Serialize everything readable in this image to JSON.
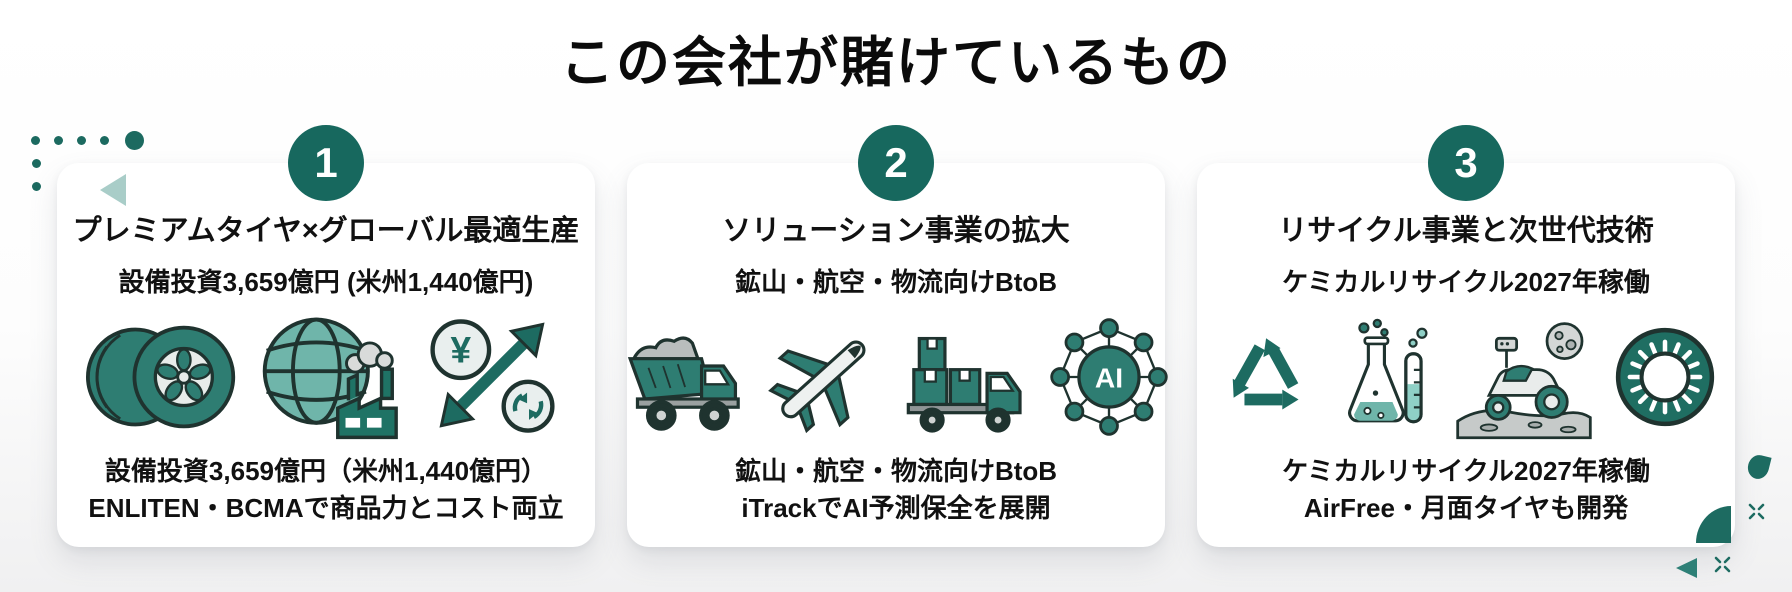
{
  "page": {
    "title": "この会社が賭けているもの"
  },
  "cards": [
    {
      "number": "1",
      "title": "プレミアムタイヤ×グローバル最適生産",
      "subtitle": "設備投資3,659億円 (米州1,440億円)",
      "detail_line1": "設備投資3,659億円（米州1,440億円）",
      "detail_line2": "ENLITEN・BCMAで商品力とコスト両立",
      "yen_symbol": "¥",
      "icons": [
        "tires-icon",
        "globe-factory-icon",
        "yen-exchange-icon"
      ]
    },
    {
      "number": "2",
      "title": "ソリューション事業の拡大",
      "subtitle": "鉱山・航空・物流向けBtoB",
      "detail_line1": "鉱山・航空・物流向けBtoB",
      "detail_line2": "iTrackでAI予測保全を展開",
      "ai_label": "AI",
      "icons": [
        "dump-truck-icon",
        "airplane-icon",
        "delivery-truck-icon",
        "ai-network-icon"
      ]
    },
    {
      "number": "3",
      "title": "リサイクル事業と次世代技術",
      "subtitle": "ケミカルリサイクル2027年稼働",
      "detail_line1": "ケミカルリサイクル2027年稼働",
      "detail_line2": "AirFree・月面タイヤも開発",
      "icons": [
        "recycle-icon",
        "chemistry-icon",
        "moon-rover-icon",
        "airless-tire-icon"
      ]
    }
  ],
  "colors": {
    "accent_teal": "#17685e",
    "icon_teal": "#2e7d72",
    "globe_teal": "#6fb5aa",
    "light_teal": "#8fd0c6",
    "outline": "#1f332f",
    "text": "#111111",
    "card_bg": "#ffffff"
  }
}
